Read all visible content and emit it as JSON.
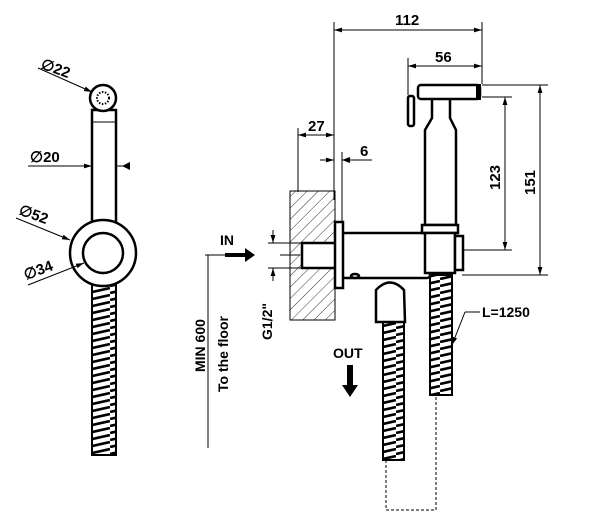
{
  "drawing": {
    "front_view": {
      "head_diameter": "∅22",
      "handle_diameter": "∅20",
      "ring_outer_diameter": "∅52",
      "ring_inner_diameter": "∅34"
    },
    "side_view": {
      "overall_depth": "112",
      "head_length": "56",
      "wall_depth": "27",
      "flange_thickness": "6",
      "handle_height": "123",
      "overall_height": "151",
      "hose_length": "L=1250",
      "inlet_label": "IN",
      "outlet_label": "OUT",
      "thread_size": "G1/2\"",
      "min_height": "MIN 600",
      "min_height_note": "To the floor"
    }
  }
}
